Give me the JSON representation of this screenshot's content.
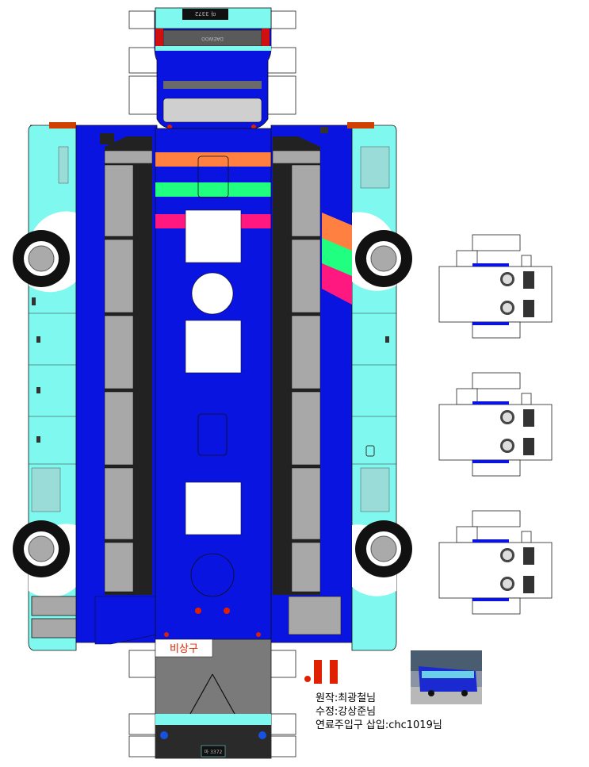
{
  "rear_plate": "마 3372",
  "front_plate": "마 3372",
  "brand_mark": "DAEWOO",
  "emergency_label": "비상구",
  "credits": [
    "원작:최광철님",
    "수정:강상준님",
    "연료주입구 삽입:chc1019님"
  ],
  "colors": {
    "body_blue": "#0a14e0",
    "side_cyan": "#7ff8f0",
    "window_gray": "#a8a8a8",
    "stripe_orange": "#ff8040",
    "stripe_green": "#20ff80",
    "stripe_pink": "#ff1880",
    "tail_red": "#e02000"
  }
}
